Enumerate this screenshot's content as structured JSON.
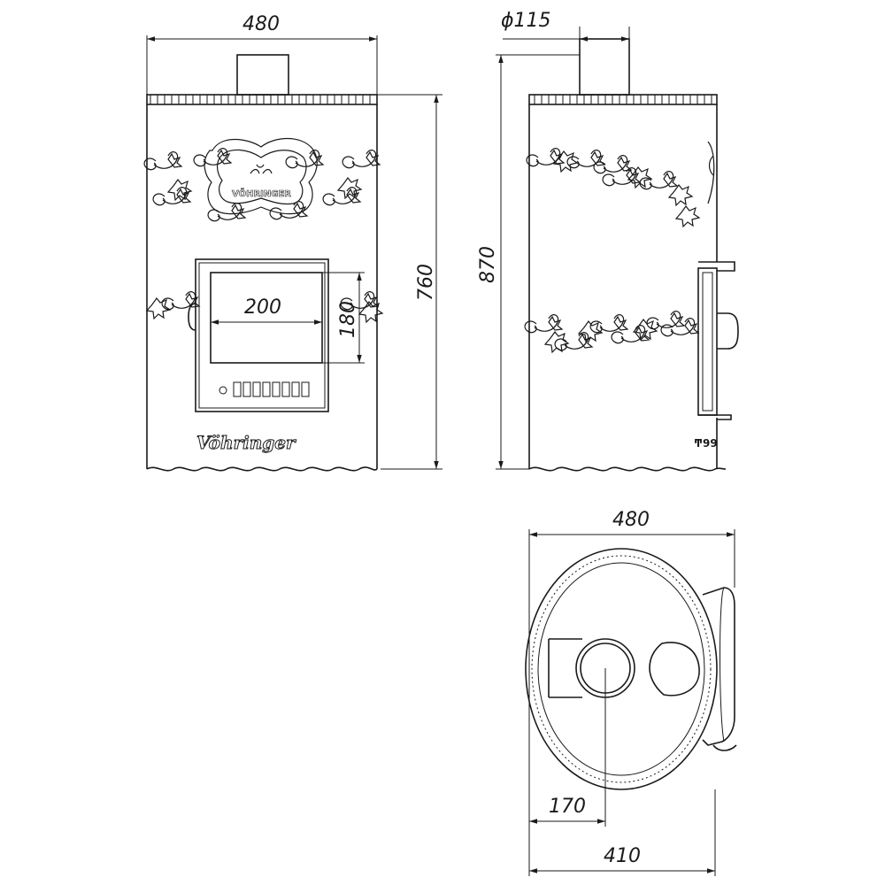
{
  "dimensions": {
    "front_width": "480",
    "front_height": "760",
    "door_width": "200",
    "door_height": "180",
    "flue_diameter": "ϕ115",
    "side_height": "870",
    "top_width": "480",
    "top_depth": "410",
    "flue_offset": "170"
  },
  "branding": {
    "front_logo": "Vöhringer",
    "emblem_text": "VÖHRINGER"
  }
}
